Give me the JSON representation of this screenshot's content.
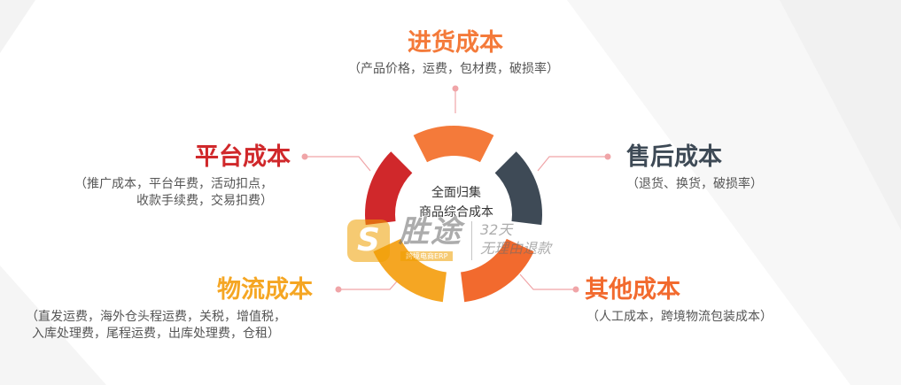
{
  "center": {
    "line1": "全面归集",
    "line2": "商品综合成本"
  },
  "categories": {
    "purchase": {
      "title": "进货成本",
      "desc1": "（产品价格，运费，包材费，破损率）",
      "color": "#F47A3A"
    },
    "after_sales": {
      "title": "售后成本",
      "desc1": "（退货、换货，破损率）",
      "color": "#3E4A56"
    },
    "other": {
      "title": "其他成本",
      "desc1": "（人工成本，跨境物流包装成本）",
      "color": "#F26A2E"
    },
    "logistics": {
      "title": "物流成本",
      "desc1": "（直发运费，海外仓头程运费，关税，增值税，",
      "desc2": "入库处理费，尾程运费，出库处理费，仓租）",
      "color": "#F5A623"
    },
    "platform": {
      "title": "平台成本",
      "desc1": "（推广成本，平台年费，活动扣点，",
      "desc2": "收款手续费，交易扣费）",
      "color": "#D0282B"
    }
  },
  "connector_color": "#F0A5A8",
  "watermark": {
    "logo": "S",
    "brand": "胜途",
    "sub": "跨境电商ERP",
    "days": "32天",
    "return": "无理由退款"
  }
}
